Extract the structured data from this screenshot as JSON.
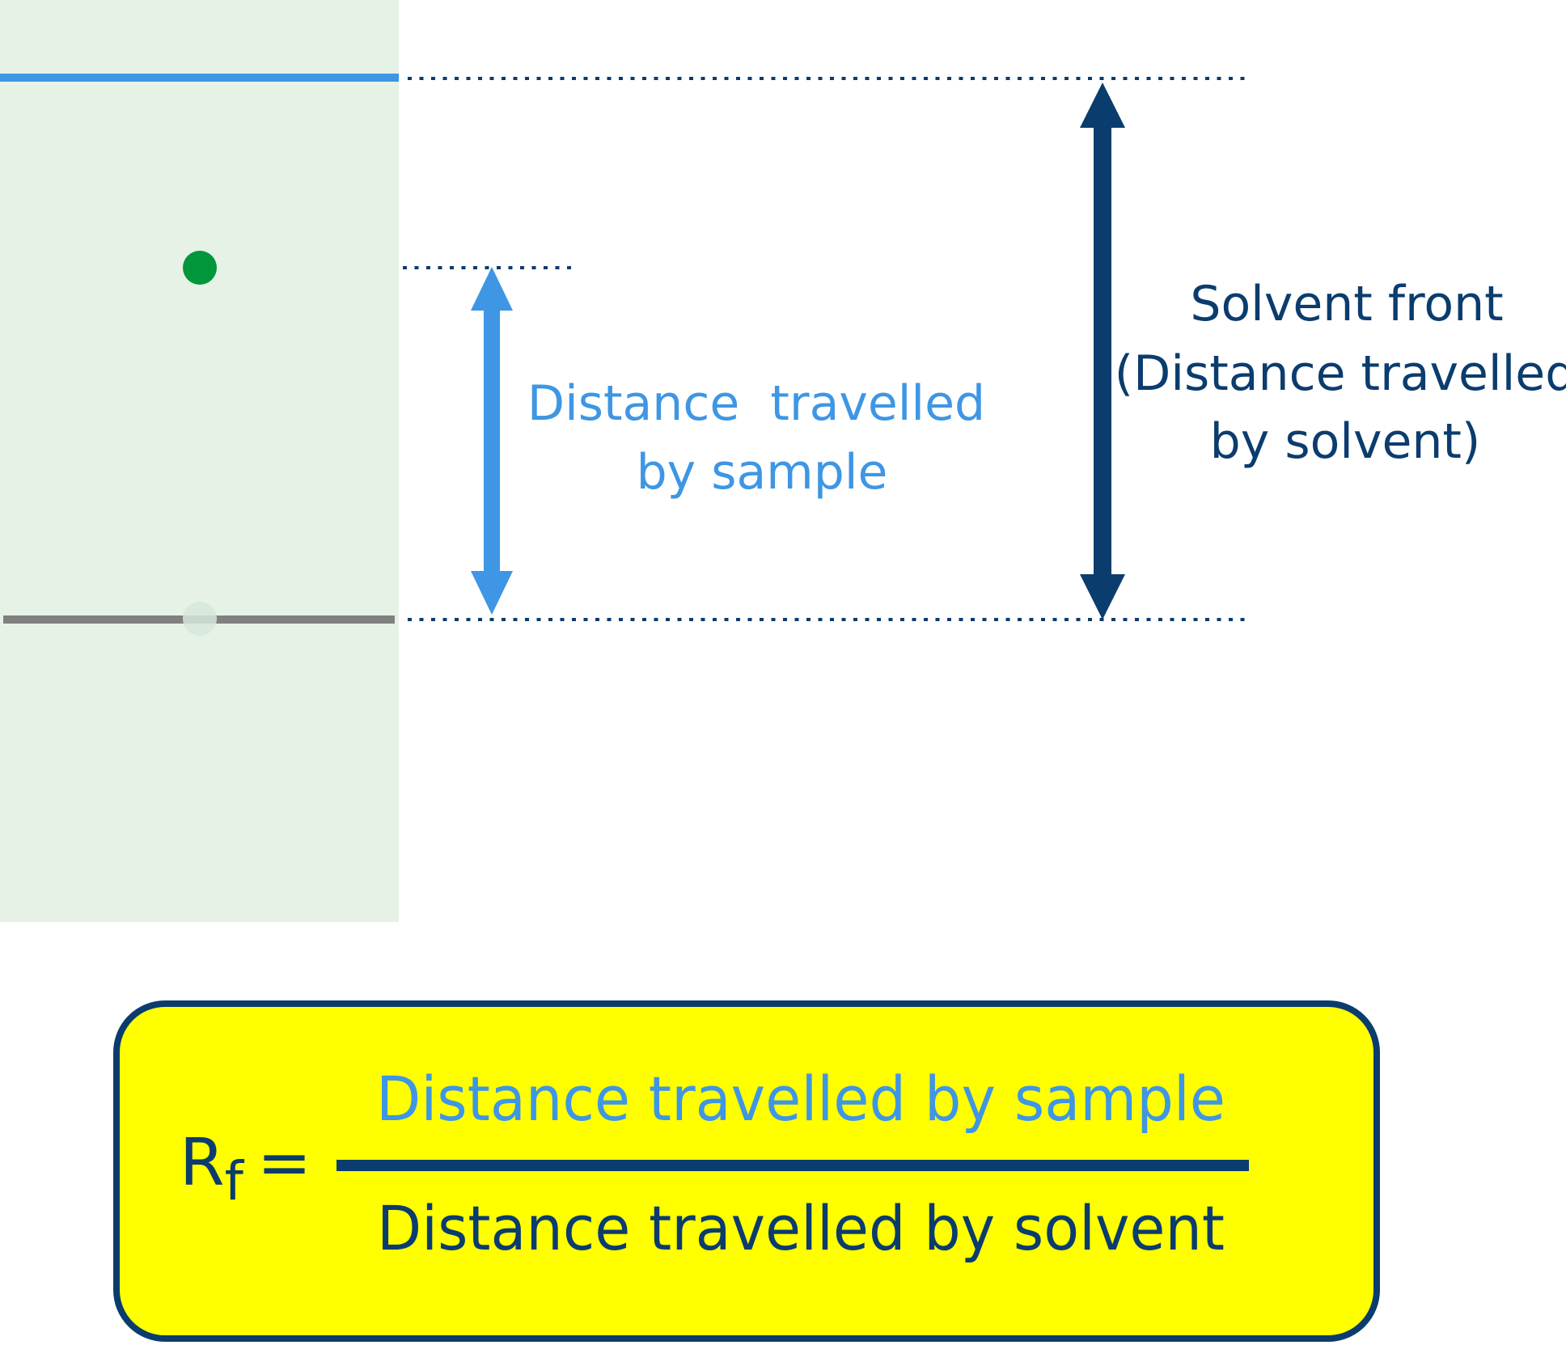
{
  "colors": {
    "plate": "#e6f2e6",
    "solvent_front_line": "#3e96e4",
    "baseline": "#808080",
    "sample_spot": "#00963c",
    "origin_spot": "#d6e8da",
    "light_blue": "#3e96e4",
    "dark_blue": "#0b3c6e",
    "formula_box_fill": "#ffff00",
    "formula_box_border": "#0b3c6e"
  },
  "sample_label": {
    "line1": "Distance  travelled",
    "line2": "by sample"
  },
  "solvent_label": {
    "line1": "Solvent front",
    "line2": "(Distance travelled",
    "line3": "by solvent)"
  },
  "formula": {
    "r_symbol": "R",
    "subscript": "f",
    "equals": "=",
    "numerator": "Distance travelled by sample",
    "denominator": "Distance travelled by solvent"
  }
}
